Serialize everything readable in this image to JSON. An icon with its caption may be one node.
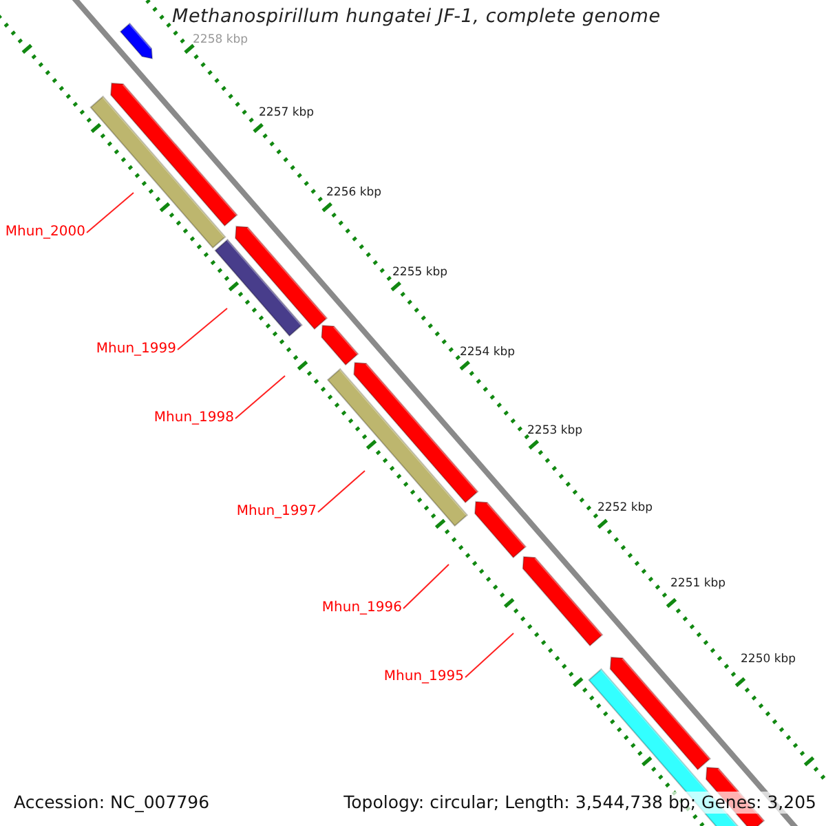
{
  "diagram": {
    "title": "Methanospirillum hungatei JF-1, complete genome",
    "nodes": [
      {
        "text": [
          "Mhun_2000"
        ]
      },
      {
        "text": [
          "Mhun_1999"
        ]
      },
      {
        "text": [
          "Mhun_1998"
        ]
      },
      {
        "text": [
          "Mhun_1997"
        ]
      },
      {
        "text": [
          "Mhun_1996"
        ]
      },
      {
        "text": [
          "Mhun_1995"
        ]
      }
    ],
    "edges": [
      {
        "from": 0,
        "to": null,
        "arrow": "none"
      },
      {
        "from": 1,
        "to": null,
        "arrow": "none"
      },
      {
        "from": 2,
        "to": null,
        "arrow": "none"
      },
      {
        "from": 3,
        "to": null,
        "arrow": "none"
      },
      {
        "from": 4,
        "to": null,
        "arrow": "none"
      },
      {
        "from": 5,
        "to": null,
        "arrow": "none"
      }
    ],
    "labels": [
      "2258 kbp",
      "2257 kbp",
      "2256 kbp",
      "2255 kbp",
      "2254 kbp",
      "2253 kbp",
      "2252 kbp",
      "2251 kbp",
      "2250 kbp",
      "Accession: NC_007796",
      "Topology: circular; Length: 3,544,738 bp; Genes: 3,205"
    ]
  }
}
